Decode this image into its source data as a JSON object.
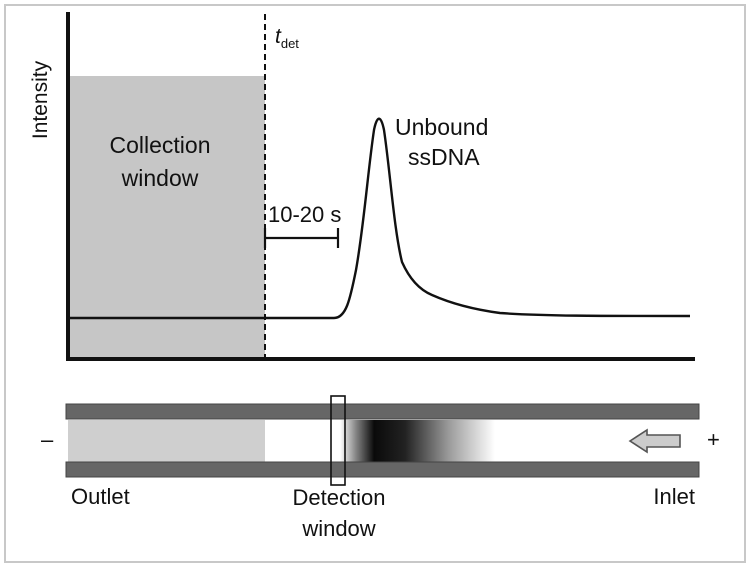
{
  "labels": {
    "y_axis": "Intensity",
    "t_det_italic": "t",
    "t_det_sub": "det",
    "collection_line1": "Collection",
    "collection_line2": "window",
    "interval": "10-20 s",
    "peak_line1": "Unbound",
    "peak_line2": "ssDNA",
    "minus": "–",
    "plus": "+",
    "outlet": "Outlet",
    "detection_line1": "Detection",
    "detection_line2": "window",
    "inlet": "Inlet"
  },
  "colors": {
    "frame_border": "#c8c8c8",
    "axis": "#111111",
    "collection_fill": "#c6c6c6",
    "capillary_wall": "#666666",
    "capillary_wall_stroke": "#444444",
    "outlet_fill": "#cfcfcf",
    "band_dark": "#0a0a0a",
    "arrow_fill": "#cccccc"
  }
}
